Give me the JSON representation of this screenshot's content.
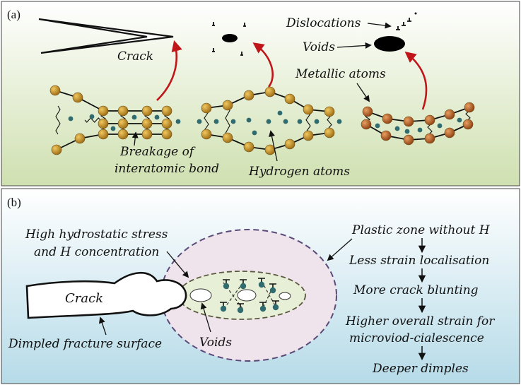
{
  "panel_a": {
    "label": "(a)",
    "crack": "Crack",
    "dislocations": "Dislocations",
    "voids": "Voids",
    "metallic_atoms": "Metallic atoms",
    "breakage_line1": "Breakage of",
    "breakage_line2": "interatomic bond",
    "hydrogen_atoms": "Hydrogen atoms"
  },
  "panel_b": {
    "label": "(b)",
    "stress_line1": "High hydrostatic stress",
    "stress_line2": "and H concentration",
    "crack": "Crack",
    "dimpled": "Dimpled fracture surface",
    "voids": "Voids",
    "flow": [
      "Plastic zone without H",
      "Less strain localisation",
      "More crack blunting",
      "Higher overall strain for",
      "microviod-cialescence",
      "Deeper dimples"
    ]
  },
  "colors": {
    "panel_a_top": "#ffffff",
    "panel_a_bottom": "#cfe0b0",
    "panel_b_top": "#ffffff",
    "panel_b_bottom": "#b6dbe8",
    "metal_atom": "#c08a1e",
    "hydrogen_atom": "#2f6b6f",
    "red_arrow": "#c0161a",
    "plastic_zone_fill": "#efe3ec",
    "inner_zone_fill": "#e7efd6"
  }
}
